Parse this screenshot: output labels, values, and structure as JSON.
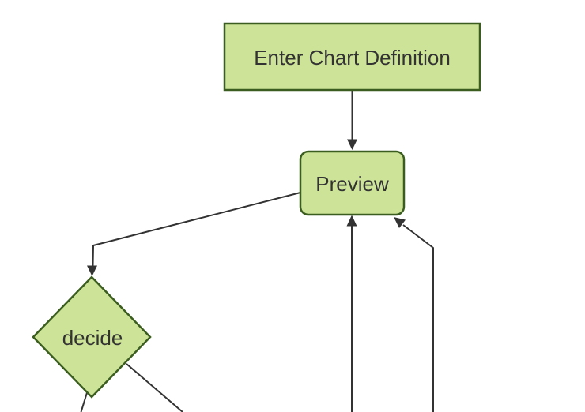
{
  "diagram": {
    "type": "flowchart",
    "direction": "top-down",
    "background": "#ffffff",
    "theme": {
      "node_fill": "#cde498",
      "node_border": "#3b5e20",
      "edge_color": "#333333",
      "text_color": "#333333"
    },
    "nodes": [
      {
        "id": "enter_chart_definition",
        "label": "Enter Chart Definition",
        "shape": "rectangle"
      },
      {
        "id": "preview",
        "label": "Preview",
        "shape": "rounded-rectangle"
      },
      {
        "id": "decide",
        "label": "decide",
        "shape": "diamond"
      }
    ],
    "edges": [
      {
        "from": "enter_chart_definition",
        "to": "preview",
        "arrowhead": true
      },
      {
        "from": "preview",
        "to": "decide",
        "arrowhead": true
      },
      {
        "from": "decide",
        "to": "offscreen-bottom-left",
        "arrowhead": false
      },
      {
        "from": "decide",
        "to": "offscreen-bottom-right",
        "arrowhead": false
      },
      {
        "from": "offscreen-bottom-center",
        "to": "preview",
        "arrowhead": true
      },
      {
        "from": "offscreen-bottom-right",
        "to": "preview",
        "arrowhead": true
      }
    ]
  }
}
